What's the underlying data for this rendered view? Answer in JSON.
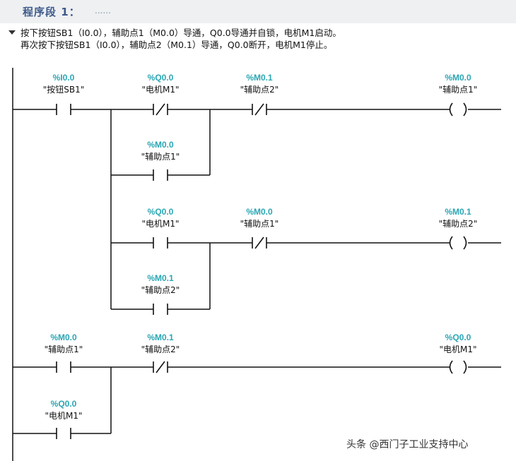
{
  "header": {
    "title": "程序段 1：",
    "comment_placeholder": "......"
  },
  "comment": {
    "line1": "按下按钮SB1（I0.0），辅助点1（M0.0）导通，Q0.0导通并自锁，电机M1启动。",
    "line2": "再次按下按钮SB1（I0.0），辅助点2（M0.1）导通，Q0.0断开，电机M1停止。"
  },
  "network": {
    "contacts": [
      {
        "id": "c1",
        "kind": "NO",
        "address": "%I0.0",
        "tag": "\"按钮SB1\""
      },
      {
        "id": "c2",
        "kind": "NC",
        "address": "%Q0.0",
        "tag": "\"电机M1\""
      },
      {
        "id": "c3",
        "kind": "NC",
        "address": "%M0.1",
        "tag": "\"辅助点2\""
      },
      {
        "id": "c4",
        "kind": "NO",
        "address": "%M0.0",
        "tag": "\"辅助点1\""
      },
      {
        "id": "c5",
        "kind": "NO",
        "address": "%Q0.0",
        "tag": "\"电机M1\""
      },
      {
        "id": "c6",
        "kind": "NC",
        "address": "%M0.0",
        "tag": "\"辅助点1\""
      },
      {
        "id": "c7",
        "kind": "NO",
        "address": "%M0.1",
        "tag": "\"辅助点2\""
      },
      {
        "id": "c8",
        "kind": "NO",
        "address": "%M0.0",
        "tag": "\"辅助点1\""
      },
      {
        "id": "c9",
        "kind": "NC",
        "address": "%M0.1",
        "tag": "\"辅助点2\""
      },
      {
        "id": "c10",
        "kind": "NO",
        "address": "%Q0.0",
        "tag": "\"电机M1\""
      }
    ],
    "coils": [
      {
        "id": "q1",
        "address": "%M0.0",
        "tag": "\"辅助点1\""
      },
      {
        "id": "q2",
        "address": "%M0.1",
        "tag": "\"辅助点2\""
      },
      {
        "id": "q3",
        "address": "%Q0.0",
        "tag": "\"电机M1\""
      }
    ]
  },
  "watermark": "头条 @西门子工业支持中心",
  "colors": {
    "address": "#2aa6b3",
    "header_bg": "#eef0f2",
    "header_title": "#3d5a8a",
    "wire": "#111111"
  }
}
